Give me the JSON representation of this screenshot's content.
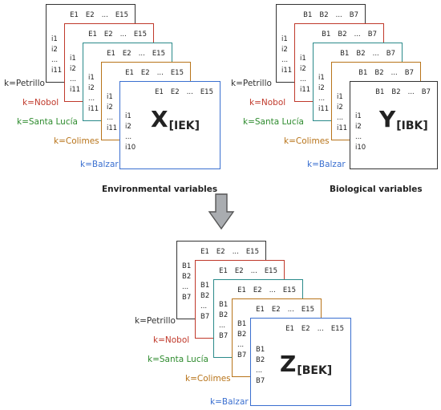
{
  "colors": {
    "Petrillo": "#333333",
    "Nobol": "#c0392b",
    "SantaLucia": "#2e8b2e",
    "Colimes": "#b8741a",
    "Balzar": "#3a6fd0"
  },
  "k_labels": [
    "k=Petrillo",
    "k=Nobol",
    "k=Santa Lucía",
    "k=Colimes",
    "k=Balzar"
  ],
  "env": {
    "header": [
      "E1",
      "E2",
      "...",
      "E15"
    ],
    "rows": [
      "i1",
      "i2",
      "...",
      "i11"
    ],
    "rows_last": [
      "i1",
      "i2",
      "...",
      "i10"
    ],
    "symbol": "X",
    "subscript": "[IEK]",
    "caption": "Environmental variables"
  },
  "bio": {
    "header": [
      "B1",
      "B2",
      "...",
      "B7"
    ],
    "rows": [
      "i1",
      "i2",
      "...",
      "i11"
    ],
    "rows_last": [
      "i1",
      "i2",
      "...",
      "i10"
    ],
    "symbol": "Y",
    "subscript": "[IBK]",
    "caption": "Biological variables"
  },
  "combined": {
    "header": [
      "E1",
      "E2",
      "...",
      "E15"
    ],
    "rows": [
      "B1",
      "B2",
      "...",
      "B7"
    ],
    "symbol": "Z",
    "subscript": "[BEK]"
  }
}
